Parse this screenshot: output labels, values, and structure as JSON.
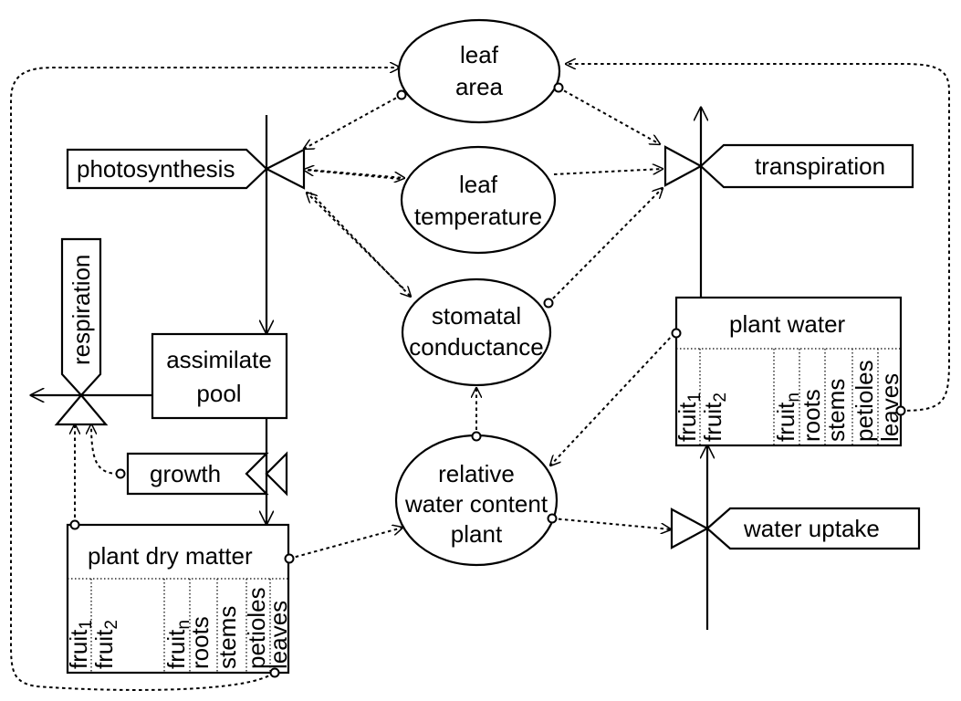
{
  "nodes": {
    "leaf_area": {
      "line1": "leaf",
      "line2": "area"
    },
    "leaf_temperature": {
      "line1": "leaf",
      "line2": "temperature"
    },
    "stomatal_conductance": {
      "line1": "stomatal",
      "line2": "conductance"
    },
    "relative_water_content": {
      "line1": "relative",
      "line2": "water content",
      "line3": "plant"
    }
  },
  "rates": {
    "photosynthesis": "photosynthesis",
    "transpiration": "transpiration",
    "respiration": "respiration",
    "growth": "growth",
    "water_uptake": "water uptake"
  },
  "states": {
    "assimilate_pool": {
      "line1": "assimilate",
      "line2": "pool"
    },
    "plant_dry_matter": {
      "title": "plant dry matter",
      "columns": [
        {
          "main": "fruit",
          "sub": "1"
        },
        {
          "main": "fruit",
          "sub": "2"
        },
        {
          "main": "fruit",
          "sub": "n"
        },
        {
          "main": "roots",
          "sub": ""
        },
        {
          "main": "stems",
          "sub": ""
        },
        {
          "main": "petioles",
          "sub": ""
        },
        {
          "main": "leaves",
          "sub": ""
        }
      ]
    },
    "plant_water": {
      "title": "plant water",
      "columns": [
        {
          "main": "fruit",
          "sub": "1"
        },
        {
          "main": "fruit",
          "sub": "2"
        },
        {
          "main": "fruit",
          "sub": "n"
        },
        {
          "main": "roots",
          "sub": ""
        },
        {
          "main": "stems",
          "sub": ""
        },
        {
          "main": "petioles",
          "sub": ""
        },
        {
          "main": "leaves",
          "sub": ""
        }
      ]
    }
  }
}
